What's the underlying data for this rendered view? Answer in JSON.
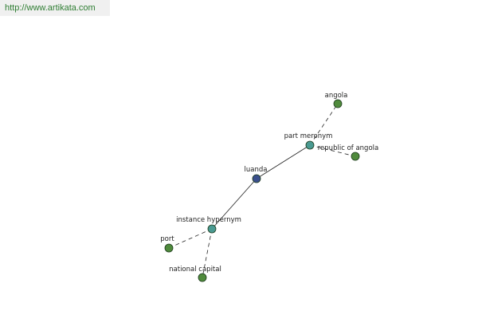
{
  "watermark": "http://www.artikata.com",
  "colors": {
    "center": "#3a4f8c",
    "relation": "#4a9a92",
    "leaf": "#4f8a3c"
  },
  "nodes": {
    "luanda": "luanda",
    "part_meronym": "part meronym",
    "angola": "angola",
    "republic_of_angola": "republic of angola",
    "instance_hypernym": "instance hypernym",
    "port": "port",
    "national_capital": "national capital"
  }
}
